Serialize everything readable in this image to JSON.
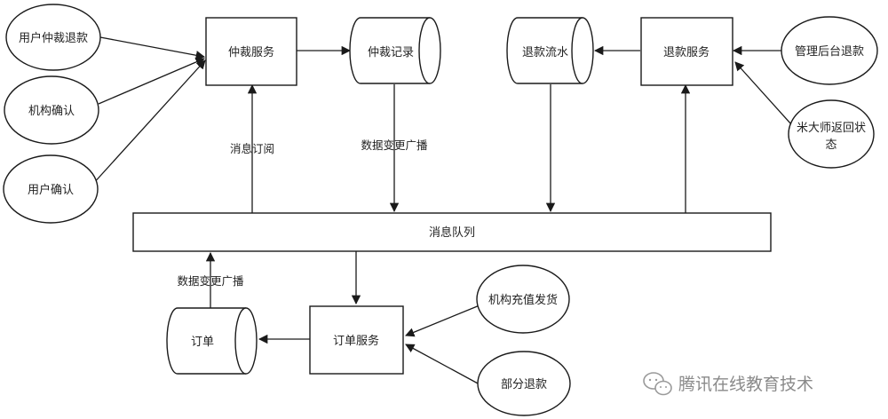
{
  "diagram": {
    "nodes": {
      "arbitration_service": "仲裁服务",
      "arbitration_record": "仲裁记录",
      "refund_ledger": "退款流水",
      "refund_service": "退款服务",
      "user_arbitration_refund": "用户仲裁退款",
      "institution_confirm": "机构确认",
      "user_confirm": "用户确认",
      "admin_backend_refund": "管理后台退款",
      "mida_status_return_line1": "米大师返回状",
      "mida_status_return_line2": "态",
      "message_queue": "消息队列",
      "order": "订单",
      "order_service": "订单服务",
      "institution_recharge_ship": "机构充值发货",
      "partial_refund": "部分退款"
    },
    "edge_labels": {
      "message_subscribe": "消息订阅",
      "data_change_broadcast_top": "数据变更广播",
      "data_change_broadcast_bottom": "数据变更广播"
    }
  },
  "watermark": {
    "text": "腾讯在线教育技术"
  }
}
